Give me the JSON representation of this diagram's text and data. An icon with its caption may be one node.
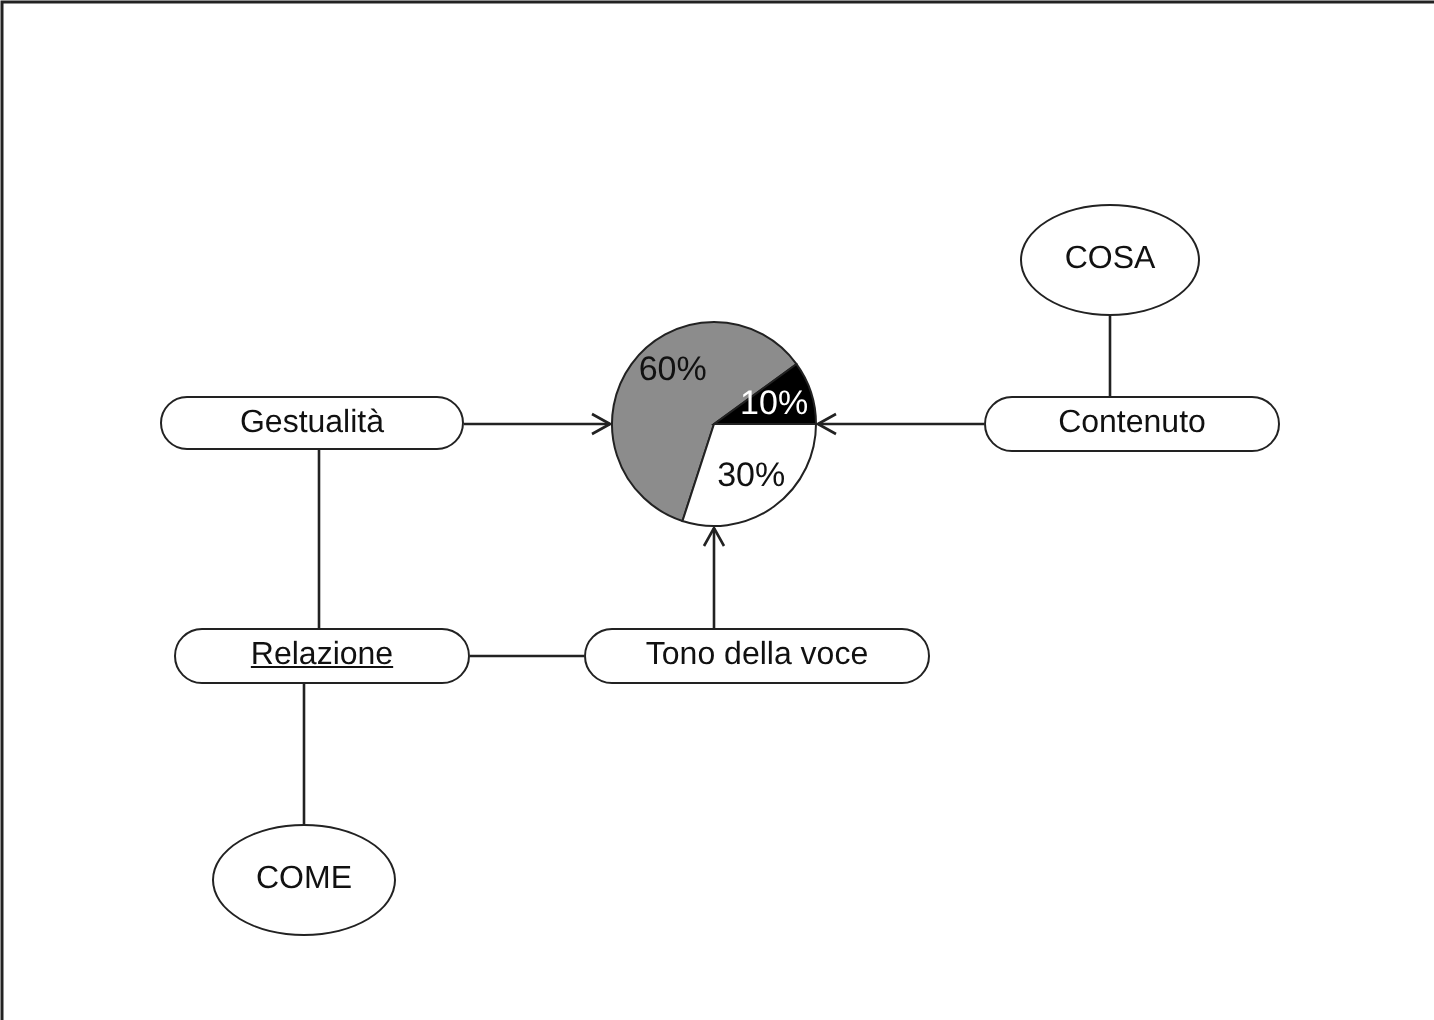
{
  "diagram": {
    "nodes": [
      {
        "text": [
          "COSA"
        ]
      },
      {
        "text": [
          "Gestualità"
        ]
      },
      {
        "text": [],
        "shape": "circle"
      },
      {
        "text": [
          "Contenuto"
        ]
      },
      {
        "text": [
          "Relazione"
        ]
      },
      {
        "text": [
          "Tono della voce"
        ]
      },
      {
        "text": [
          "COME"
        ]
      }
    ],
    "edges": [
      {
        "from": 0,
        "to": 3,
        "arrow": "none"
      },
      {
        "from": 1,
        "to": 2,
        "arrow": "to"
      },
      {
        "from": 3,
        "to": 2,
        "arrow": "to"
      },
      {
        "from": 5,
        "to": 2,
        "arrow": "to"
      },
      {
        "from": 1,
        "to": 4,
        "arrow": "none"
      },
      {
        "from": 4,
        "to": 5,
        "arrow": "none"
      },
      {
        "from": 4,
        "to": 6,
        "arrow": "none"
      }
    ],
    "chart_data": {
      "type": "pie",
      "categories": [
        null,
        null,
        null
      ],
      "series": [
        {
          "values": [
            60,
            10,
            30
          ]
        }
      ],
      "value_labels": [
        "60%",
        "10%",
        "30%"
      ]
    }
  }
}
